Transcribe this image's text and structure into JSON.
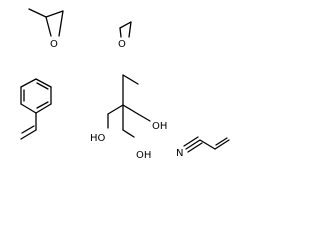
{
  "molecules": {
    "propylene_oxide": {
      "o_label": "O"
    },
    "ethylene_oxide": {
      "o_label": "O"
    },
    "styrene": {},
    "trimethylolpropane": {
      "oh_label_left": "HO",
      "oh_label_right": "OH",
      "oh_label_bottom": "OH"
    },
    "acrylonitrile": {
      "n_label": "N"
    }
  },
  "colors": {
    "background": "#ffffff",
    "bond": "#000000",
    "label": "#000000"
  }
}
